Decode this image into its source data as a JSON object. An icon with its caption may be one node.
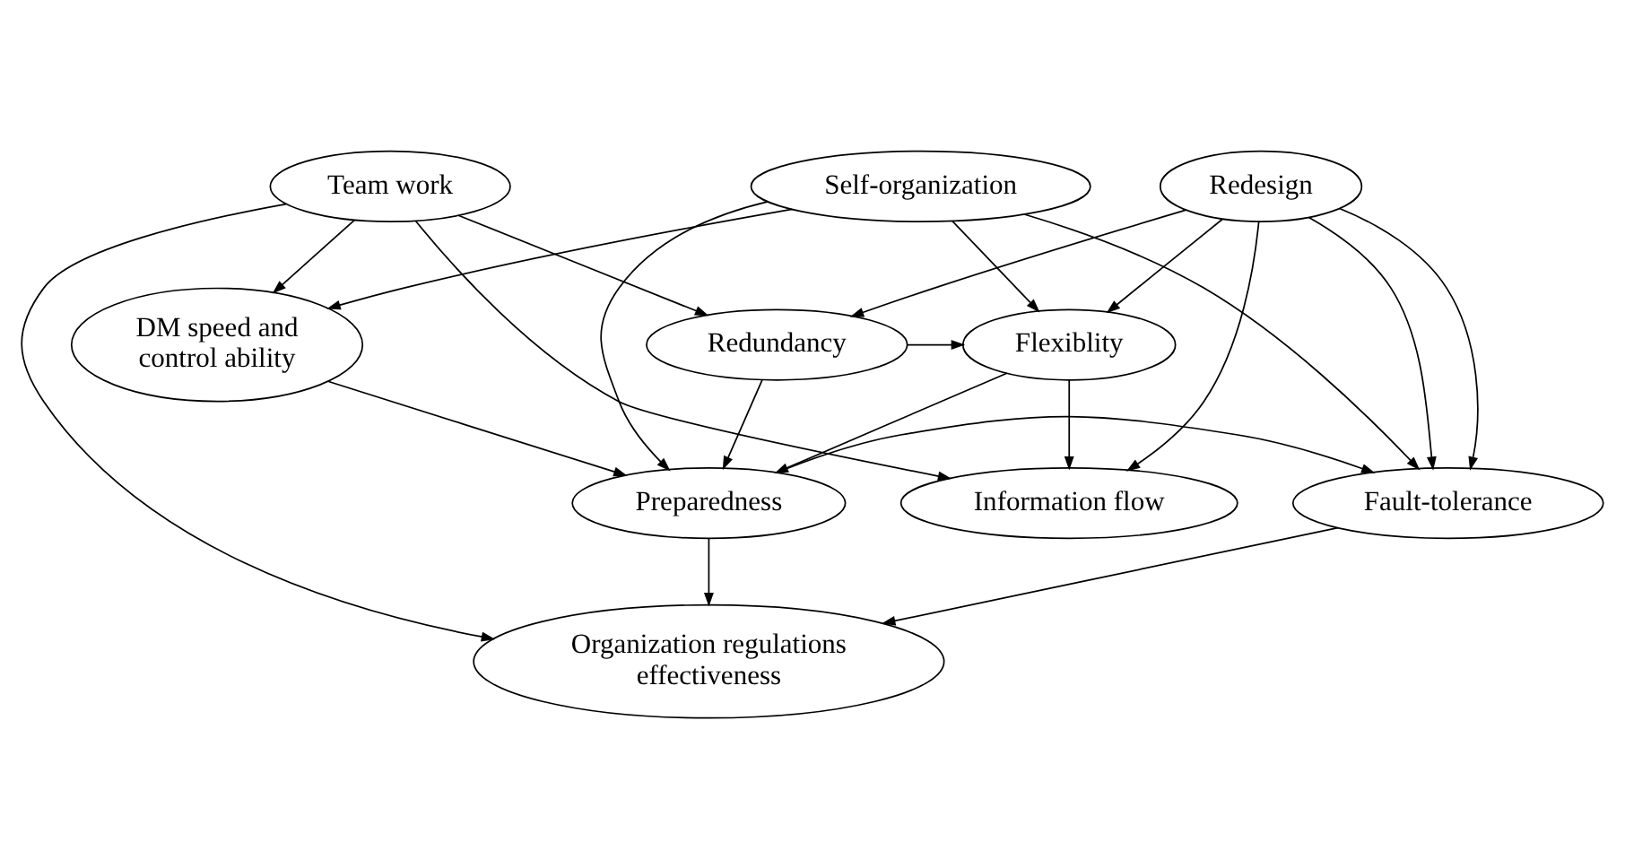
{
  "diagram": {
    "nodes": [
      {
        "text": [
          "Team work"
        ]
      },
      {
        "text": [
          "Redesign"
        ]
      },
      {
        "text": [
          "Self-organization"
        ]
      },
      {
        "text": [
          "Flexiblity"
        ]
      },
      {
        "text": [
          "DM speed and control ability"
        ]
      },
      {
        "text": [
          "Redundancy"
        ]
      },
      {
        "text": [
          "Preparedness"
        ]
      },
      {
        "text": [
          "Fault-tolerance"
        ]
      },
      {
        "text": [
          "Information flow"
        ]
      },
      {
        "text": [
          "Organization regulations effectiveness"
        ]
      }
    ],
    "edges": [
      {
        "from": 0,
        "to": 4,
        "arrow": "to"
      },
      {
        "from": 0,
        "to": 5,
        "arrow": "to"
      },
      {
        "from": 0,
        "to": 8,
        "arrow": "to"
      },
      {
        "from": 0,
        "to": 9,
        "arrow": "to"
      },
      {
        "from": 1,
        "to": 3,
        "arrow": "to"
      },
      {
        "from": 1,
        "to": 8,
        "arrow": "to"
      },
      {
        "from": 1,
        "to": 5,
        "arrow": "to"
      },
      {
        "from": 1,
        "to": 7,
        "arrow": "to"
      },
      {
        "from": 1,
        "to": 7,
        "arrow": "to"
      },
      {
        "from": 2,
        "to": 3,
        "arrow": "to"
      },
      {
        "from": 2,
        "to": 4,
        "arrow": "to"
      },
      {
        "from": 2,
        "to": 6,
        "arrow": "to"
      },
      {
        "from": 2,
        "to": 7,
        "arrow": "to"
      },
      {
        "from": 4,
        "to": 6,
        "arrow": "to"
      },
      {
        "from": 5,
        "to": 3,
        "arrow": "to"
      },
      {
        "from": 5,
        "to": 6,
        "arrow": "to"
      },
      {
        "from": 3,
        "to": 8,
        "arrow": "to"
      },
      {
        "from": 3,
        "to": 6,
        "arrow": "to"
      },
      {
        "from": 6,
        "to": 7,
        "arrow": "to"
      },
      {
        "from": 6,
        "to": 9,
        "arrow": "to"
      },
      {
        "from": 7,
        "to": 9,
        "arrow": "to"
      }
    ]
  }
}
